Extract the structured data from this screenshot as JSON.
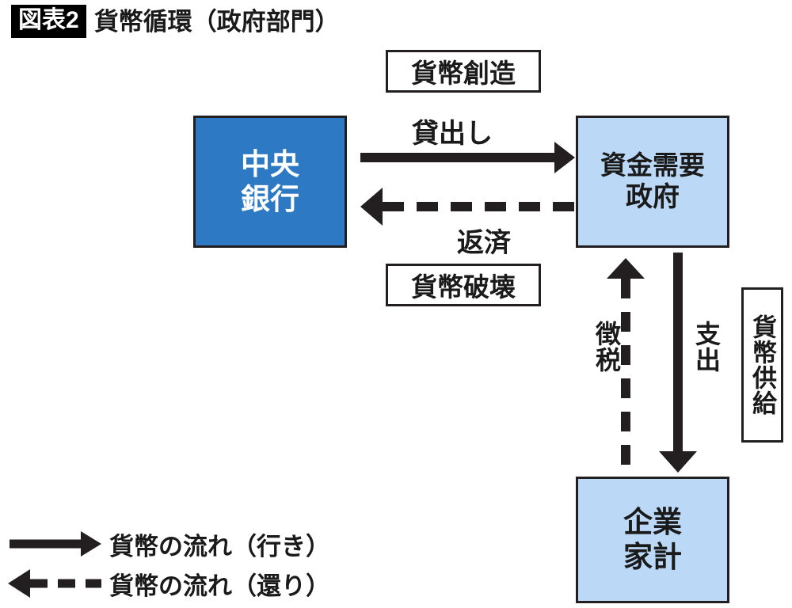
{
  "header": {
    "figure_tag": "図表2",
    "title": "貨幣循環（政府部門）"
  },
  "colors": {
    "central_bank_fill": "#2E79C4",
    "government_fill": "#BBD9F7",
    "firms_households_fill": "#BBD9F7",
    "stroke": "#231F20",
    "background": "#FFFFFF",
    "central_bank_text": "#FFFFFF"
  },
  "nodes": [
    {
      "id": "central-bank",
      "line1": "中央",
      "line2": "銀行",
      "fill": "#2E79C4",
      "text_color": "#FFFFFF"
    },
    {
      "id": "government",
      "line1": "資金需要",
      "line2": "政府",
      "fill": "#BBD9F7",
      "text_color": "#1A1A1A"
    },
    {
      "id": "firms-households",
      "line1": "企業",
      "line2": "家計",
      "fill": "#BBD9F7",
      "text_color": "#1A1A1A"
    }
  ],
  "callouts": {
    "money_creation": "貨幣創造",
    "money_destruction": "貨幣破壊",
    "money_supply": "貨幣供給"
  },
  "edges": [
    {
      "id": "lending",
      "label": "貸出し",
      "style": "solid",
      "direction": "right",
      "from": "central-bank",
      "to": "government"
    },
    {
      "id": "repayment",
      "label": "返済",
      "style": "dashed",
      "direction": "left",
      "from": "government",
      "to": "central-bank"
    },
    {
      "id": "taxation",
      "label": "徴税",
      "style": "dashed",
      "direction": "up",
      "from": "firms-households",
      "to": "government"
    },
    {
      "id": "spending",
      "label": "支出",
      "style": "solid",
      "direction": "down",
      "from": "government",
      "to": "firms-households"
    }
  ],
  "legend": {
    "items": [
      {
        "icon": "solid-right-arrow-icon",
        "label": "貨幣の流れ（行き）",
        "style": "solid",
        "direction": "right"
      },
      {
        "icon": "dashed-left-arrow-icon",
        "label": "貨幣の流れ（還り）",
        "style": "dashed",
        "direction": "left"
      }
    ]
  }
}
